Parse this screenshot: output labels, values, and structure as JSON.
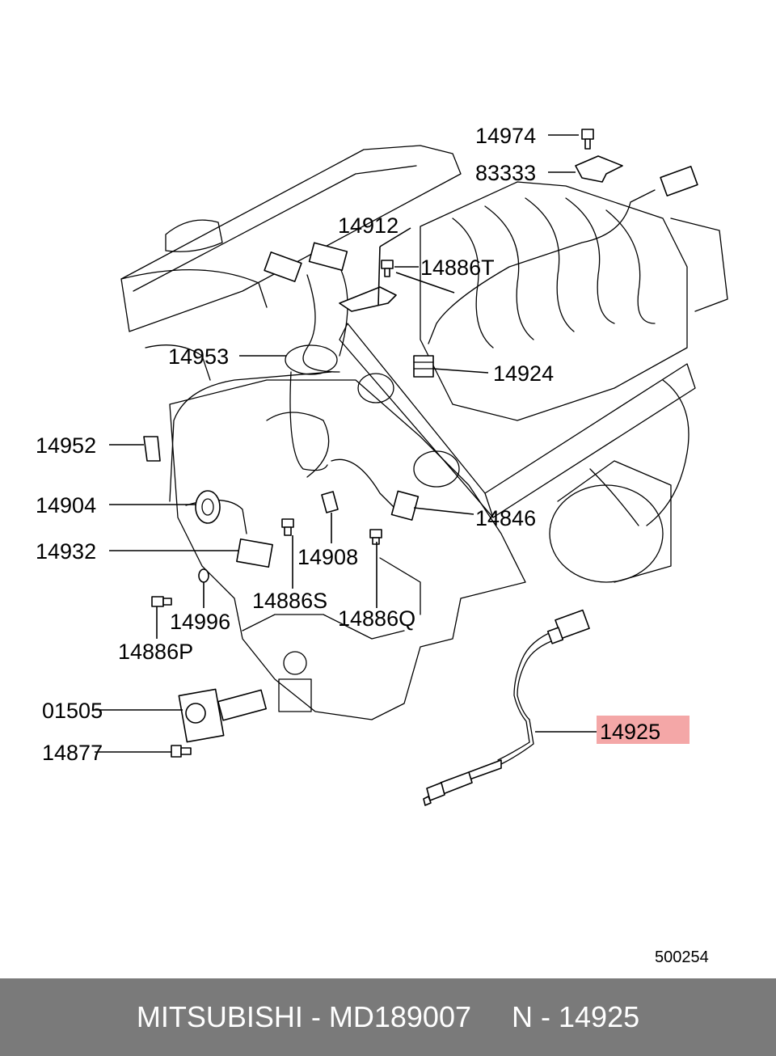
{
  "labels": {
    "p14974": "14974",
    "p83333": "83333",
    "p14912": "14912",
    "p14886T": "14886T",
    "p14953": "14953",
    "p14924": "14924",
    "p14952": "14952",
    "p14904": "14904",
    "p14846": "14846",
    "p14932": "14932",
    "p14908": "14908",
    "p14886S": "14886S",
    "p14886Q": "14886Q",
    "p14996": "14996",
    "p14886P": "14886P",
    "p01505": "01505",
    "p14925": "14925",
    "p14877": "14877"
  },
  "highlight_color": "#f4a7a7",
  "highlighted_part": "14925",
  "diagram_id": "500254",
  "footer": {
    "text": "MITSUBISHI - MD189007     N - 14925"
  },
  "colors": {
    "footer_bg": "#7a7a7a",
    "footer_text": "#ffffff"
  }
}
